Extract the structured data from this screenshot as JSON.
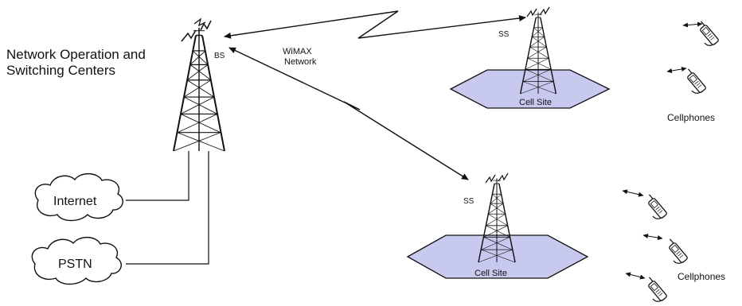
{
  "labels": {
    "noc_line1": "Network Operation and",
    "noc_line2": "Switching Centers",
    "bs": "BS",
    "wimax_line1": "WiMAX",
    "wimax_line2": "Network",
    "ss_top": "SS",
    "ss_bottom": "SS",
    "cell_site_top": "Cell Site",
    "cell_site_bottom": "Cell Site",
    "internet": "Internet",
    "pstn": "PSTN",
    "cellphones_top": "Cellphones",
    "cellphones_bottom": "Cellphones"
  },
  "colors": {
    "cell_site_fill": "#c7c9ee",
    "line": "#111111"
  },
  "icons": [
    "tower-icon",
    "cloud-icon",
    "cellphone-icon",
    "lightning-bolt-icon",
    "double-arrow-icon"
  ]
}
